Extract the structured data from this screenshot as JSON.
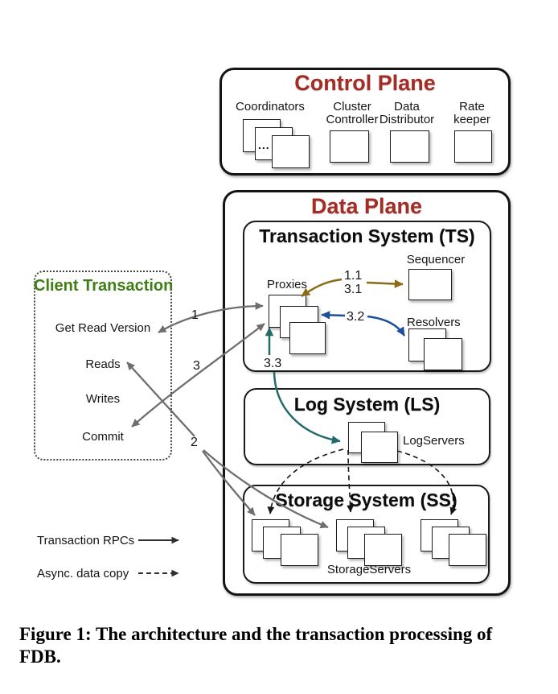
{
  "figure": {
    "caption_line1": "Figure 1: The architecture and the transaction processing of",
    "caption_line2": "FDB."
  },
  "colors": {
    "plane_title_red": "#A52C25",
    "client_title_green": "#3F7E14",
    "sequencer_arrow_olive": "#8A6A14",
    "resolver_arrow_blue": "#1F4E9C",
    "log_arrow_teal": "#226B6B",
    "rpc_arrow_gray": "#6E6E6E"
  },
  "control_plane": {
    "title": "Control Plane",
    "coordinators_label": "Coordinators",
    "coordinators_ellipsis": "...",
    "cluster_controller_label": "Cluster Controller",
    "data_distributor_label": "Data Distributor",
    "rate_keeper_label": "Rate keeper"
  },
  "data_plane": {
    "title": "Data Plane",
    "transaction_system": {
      "title": "Transaction System (TS)",
      "proxies_label": "Proxies",
      "sequencer_label": "Sequencer",
      "resolvers_label": "Resolvers"
    },
    "log_system": {
      "title": "Log System (LS)",
      "logservers_label": "LogServers"
    },
    "storage_system": {
      "title": "Storage System (SS)",
      "storageservers_label": "StorageServers"
    }
  },
  "client_transaction": {
    "title": "Client Transaction",
    "steps": [
      "Get Read Version",
      "Reads",
      "Writes",
      "Commit"
    ]
  },
  "flow_labels": {
    "get_read_version": "1",
    "read": "2",
    "commit": "3",
    "get_commit_version": "1.1",
    "seq_version": "3.1",
    "resolve": "3.2",
    "log_write": "3.3"
  },
  "legend": {
    "rpc_label": "Transaction RPCs",
    "async_label": "Async. data copy"
  }
}
